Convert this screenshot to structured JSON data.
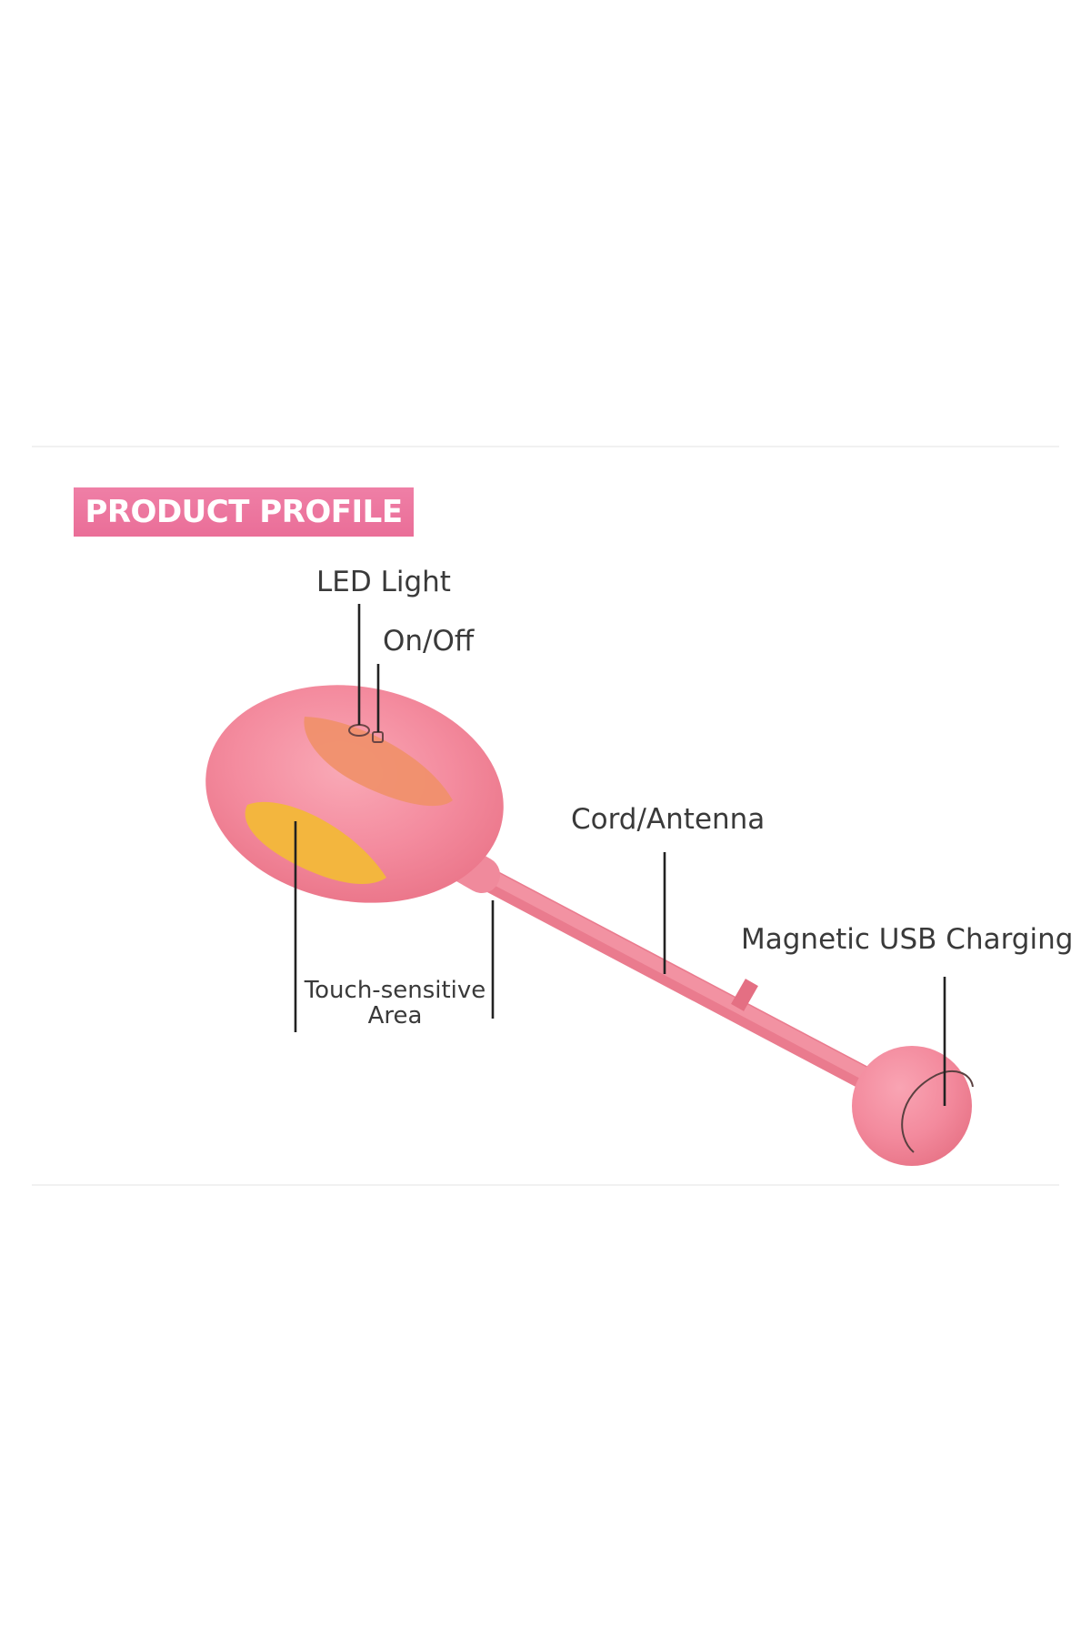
{
  "title": "PRODUCT PROFILE",
  "callouts": {
    "led_light": "LED Light",
    "on_off": "On/Off",
    "cord_antenna": "Cord/Antenna",
    "magnetic_usb": "Magnetic USB Charging",
    "touch_area_line1": "Touch-sensitive",
    "touch_area_line2": "Area"
  },
  "colors": {
    "accent_pink": "#ea6e98",
    "body_pink": "#f4899d",
    "highlight_orange": "#f0906a",
    "highlight_yellow": "#f3b63e",
    "text": "#3a3a3a"
  }
}
